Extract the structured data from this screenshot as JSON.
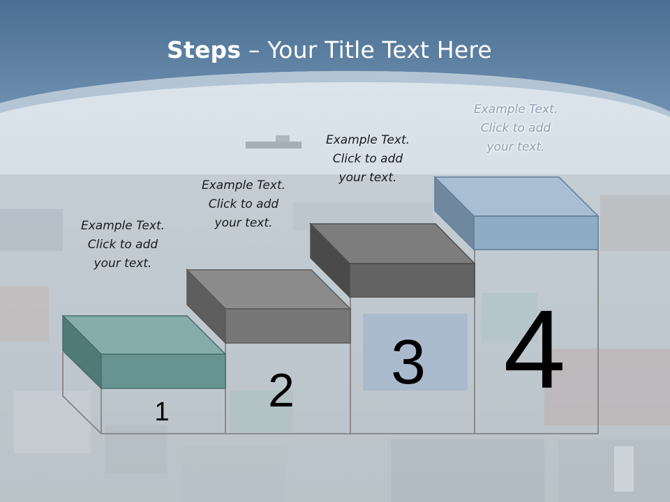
{
  "slide": {
    "title_bold": "Steps",
    "title_rest": " – Your Title Text Here"
  },
  "steps": [
    {
      "number": "1",
      "line1": "Example Text.",
      "line2": "Click  to add",
      "line3": "your text.",
      "color": "#5f9595"
    },
    {
      "number": "2",
      "line1": "Example Text.",
      "line2": "Click  to add",
      "line3": "your text.",
      "color": "#7a7a7a"
    },
    {
      "number": "3",
      "line1": "Example Text.",
      "line2": "Click  to add",
      "line3": "your text.",
      "color": "#5e5e5e"
    },
    {
      "number": "4",
      "line1": "Example Text.",
      "line2": "Click  to add",
      "line3": "your text.",
      "color": "#8aa6bd"
    }
  ]
}
